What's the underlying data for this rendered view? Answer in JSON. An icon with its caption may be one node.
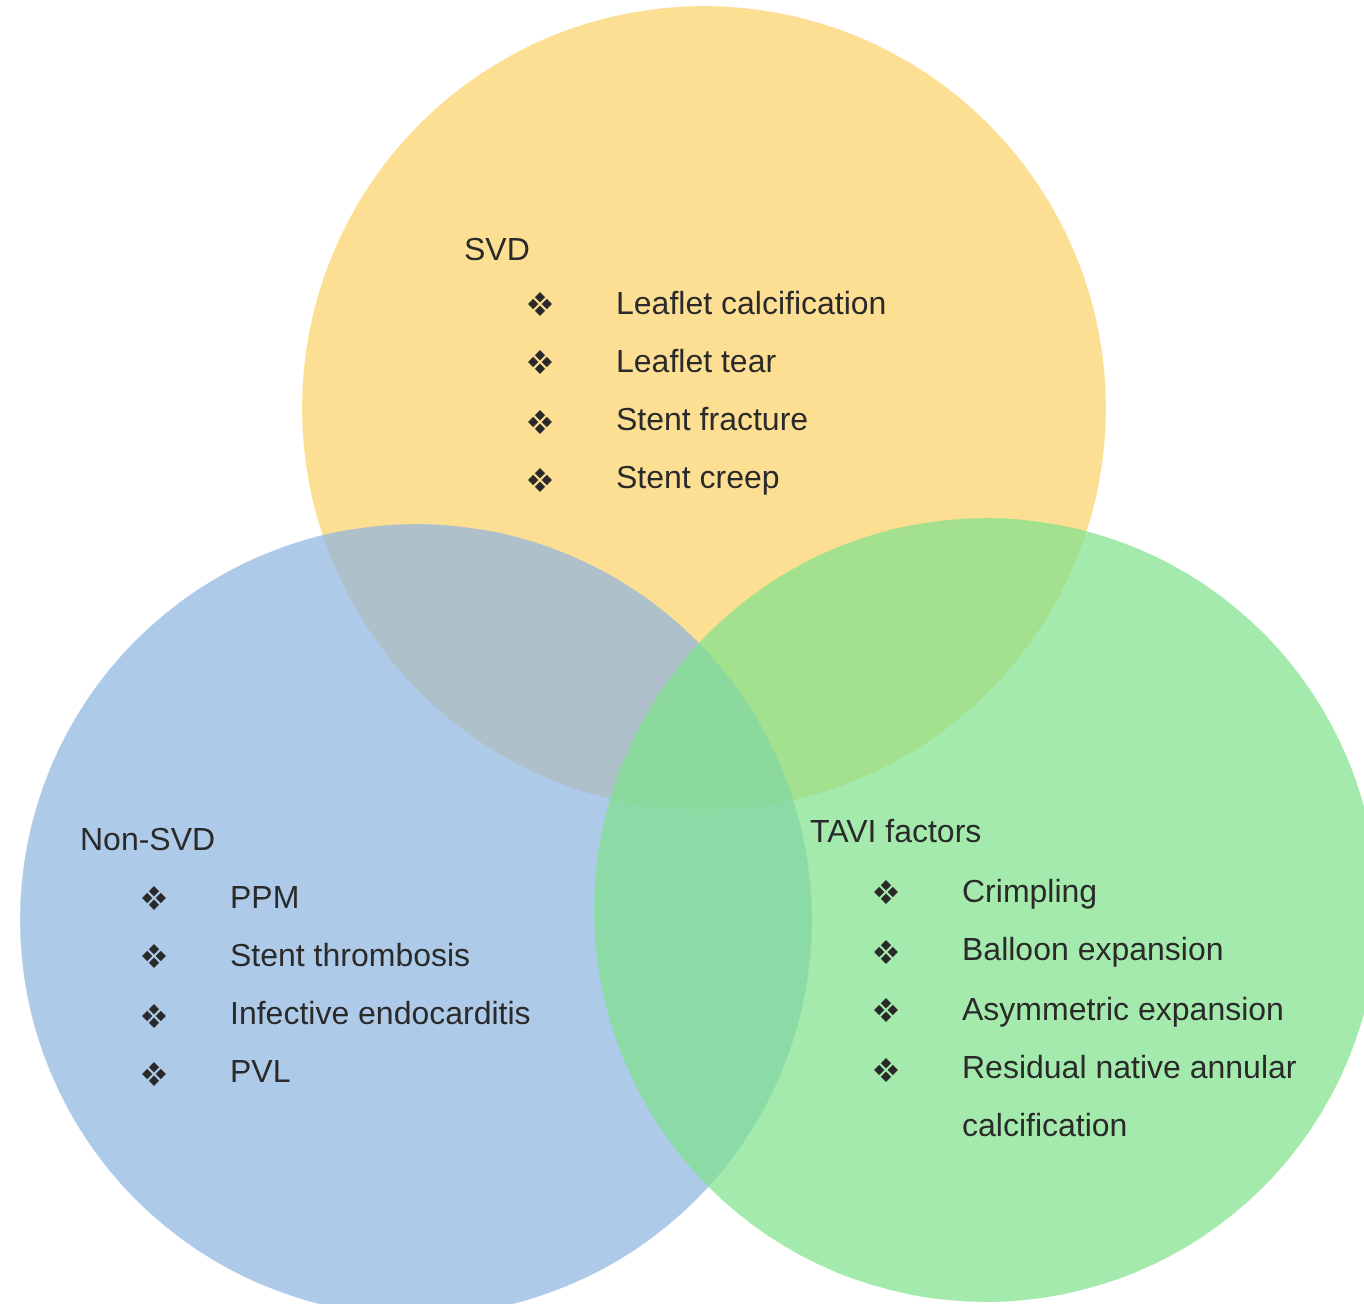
{
  "diagram": {
    "nodes": [
      {
        "text": [
          "SVD",
          "Leaflet calcification",
          "Leaflet tear",
          "Stent fracture",
          "Stent creep"
        ]
      },
      {
        "text": [
          "Non-SVD",
          "PPM",
          "Stent thrombosis",
          "Infective endocarditis",
          "PVL"
        ]
      },
      {
        "text": [
          "TAVI factors",
          "Crimpling",
          "Balloon expansion",
          "Asymmetric expansion",
          "Residual native annular calcification"
        ]
      }
    ]
  }
}
